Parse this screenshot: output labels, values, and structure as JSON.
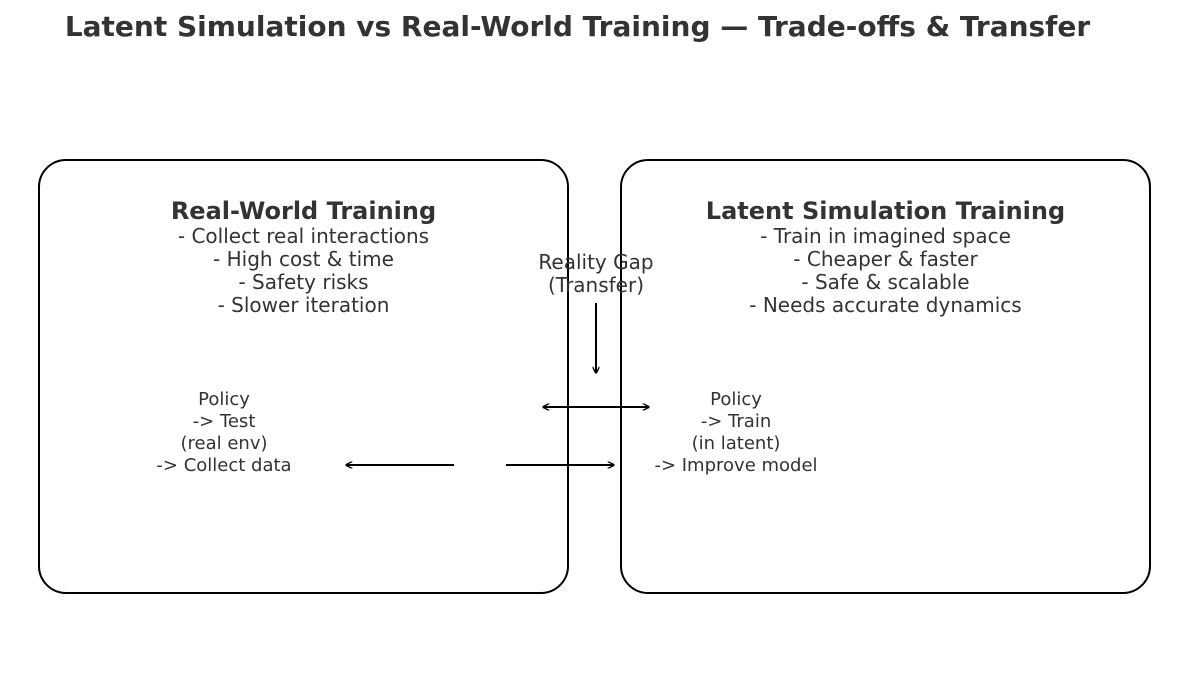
{
  "title": "Latent Simulation vs Real-World Training — Trade-offs & Transfer",
  "real_world": {
    "title": "Real-World Training",
    "bullets": [
      "- Collect real interactions",
      "- High cost & time",
      "- Safety risks",
      "- Slower iteration"
    ],
    "policy_lines": [
      "Policy",
      "-> Test",
      "(real env)",
      "-> Collect data"
    ]
  },
  "latent_sim": {
    "title": "Latent Simulation Training",
    "bullets": [
      "- Train in imagined space",
      "- Cheaper & faster",
      "- Safe & scalable",
      "- Needs accurate dynamics"
    ],
    "policy_lines": [
      "Policy",
      "-> Train",
      "(in latent)",
      "-> Improve model"
    ]
  },
  "reality_gap": {
    "lines": [
      "Reality Gap",
      "(Transfer)"
    ]
  },
  "colors": {
    "text": "#333333",
    "stroke": "#000000",
    "background": "#ffffff"
  }
}
